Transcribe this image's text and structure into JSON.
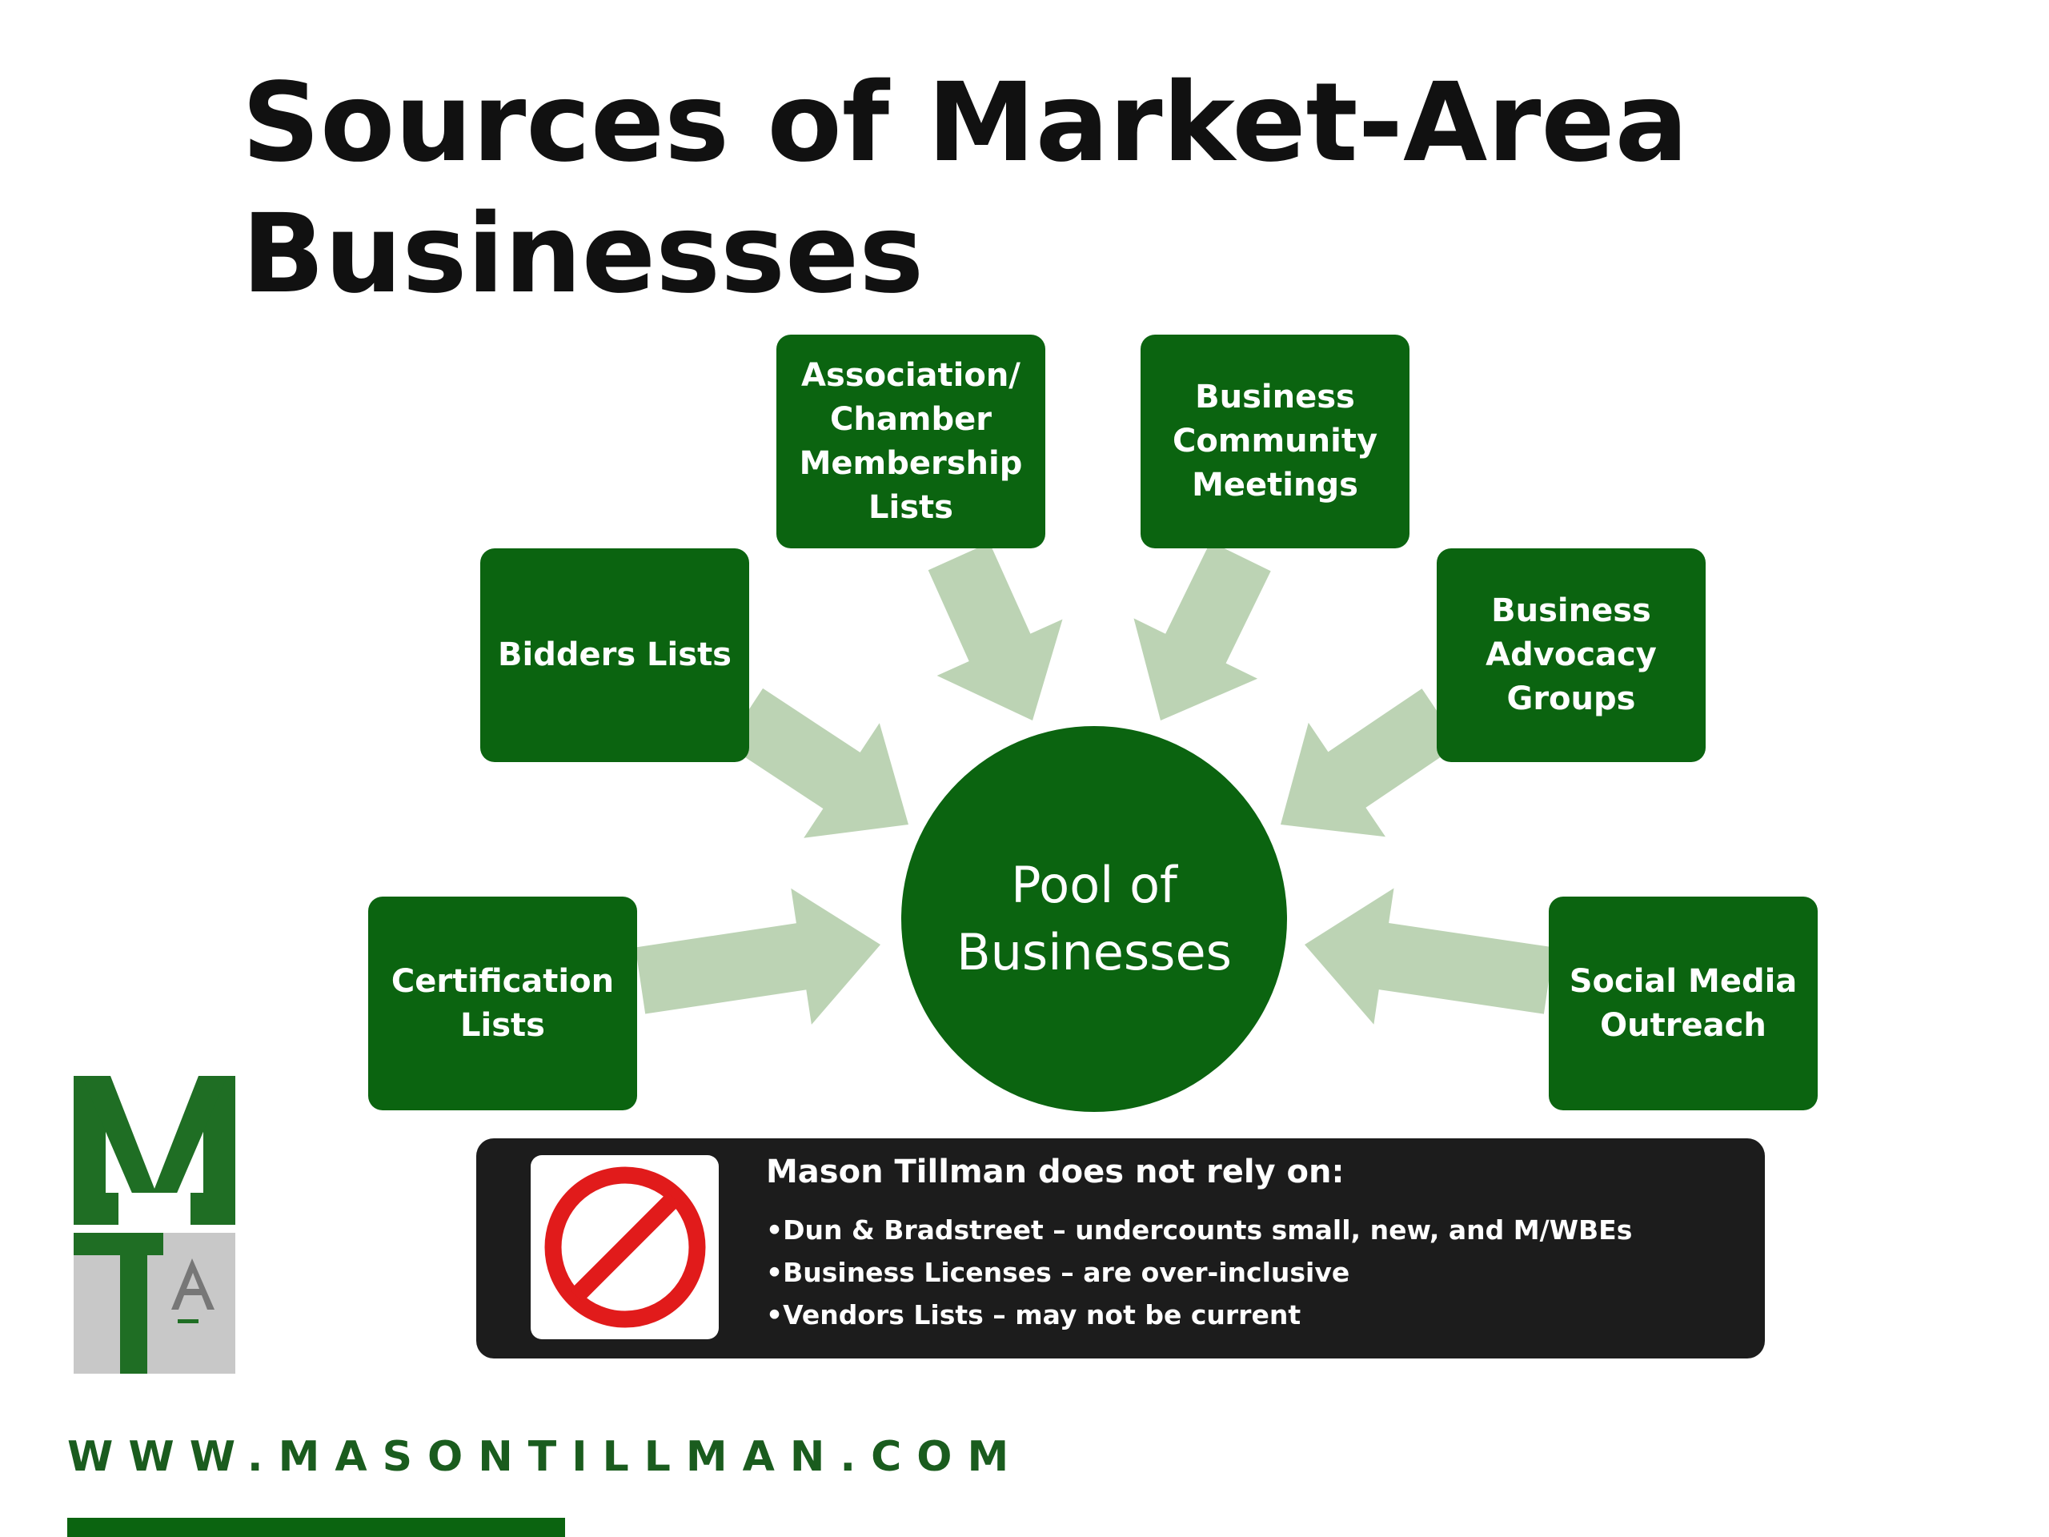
{
  "slide": {
    "title_line1": "Sources of Market-Area",
    "title_line2": "Businesses"
  },
  "diagram": {
    "center": {
      "label": "Pool of\nBusinesses"
    },
    "sources": [
      {
        "id": "certification-lists",
        "label": "Certification\nLists"
      },
      {
        "id": "bidders-lists",
        "label": "Bidders Lists"
      },
      {
        "id": "association-chamber-membership-lists",
        "label": "Association/\nChamber\nMembership\nLists"
      },
      {
        "id": "business-community-meetings",
        "label": "Business\nCommunity\nMeetings"
      },
      {
        "id": "business-advocacy-groups",
        "label": "Business\nAdvocacy\nGroups"
      },
      {
        "id": "social-media-outreach",
        "label": "Social Media\nOutreach"
      }
    ]
  },
  "notice": {
    "heading": "Mason Tillman does not rely on:",
    "items": [
      "•Dun & Bradstreet – undercounts small, new, and M/WBEs",
      "•Business Licenses – are over-inclusive",
      "•Vendors Lists – may not be current"
    ],
    "icon": "no-entry-icon"
  },
  "branding": {
    "logo_letters": "MTA",
    "website": "WWW.MASONTILLMAN.COM"
  },
  "colors": {
    "box_green": "#0b6410",
    "arrow_green": "#bcd3b4",
    "notice_bg": "#1c1c1c",
    "no_sign_red": "#e11b1b",
    "website_green": "#1a5c1e",
    "logo_gray": "#c8c8c8"
  }
}
